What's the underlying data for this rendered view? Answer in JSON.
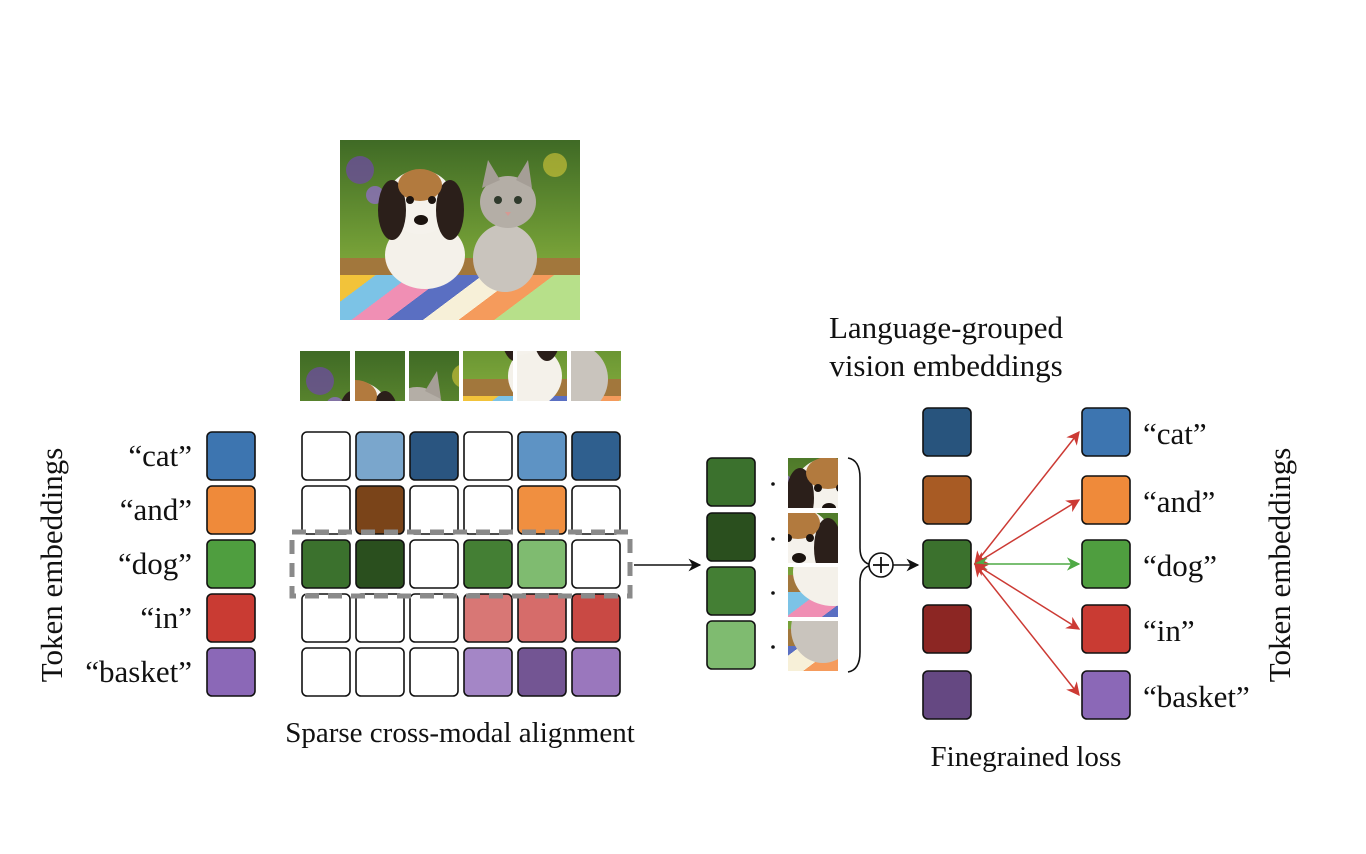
{
  "tokens": [
    {
      "label": "“cat”",
      "color": "#3d75b0"
    },
    {
      "label": "“and”",
      "color": "#ef8a3a"
    },
    {
      "label": "“dog”",
      "color": "#4f9e3f"
    },
    {
      "label": "“in”",
      "color": "#c93b33"
    },
    {
      "label": "“basket”",
      "color": "#8b68b7"
    }
  ],
  "left_axis_label": "Token embeddings",
  "right_axis_label": "Token embeddings",
  "alignment_matrix": [
    [
      "#ffffff",
      "#7aa6cc",
      "#2a5580",
      "#ffffff",
      "#5e93c4",
      "#2f5f8e"
    ],
    [
      "#ffffff",
      "#7a4419",
      "#ffffff",
      "#ffffff",
      "#f08f40",
      "#ffffff"
    ],
    [
      "#3b712d",
      "#2a4f1e",
      "#ffffff",
      "#447f34",
      "#7fbb70",
      "#ffffff"
    ],
    [
      "#ffffff",
      "#ffffff",
      "#ffffff",
      "#d87775",
      "#d66c6a",
      "#c94944"
    ],
    [
      "#ffffff",
      "#ffffff",
      "#ffffff",
      "#a486c6",
      "#735593",
      "#9a77bd"
    ]
  ],
  "highlighted_row": 2,
  "alignment_caption": "Sparse cross-modal alignment",
  "selected_weights": [
    "#3b712d",
    "#2a4f1e",
    "#447f34",
    "#7fbb70"
  ],
  "grouped_title_line1": "Language-grouped",
  "grouped_title_line2": "vision embeddings",
  "grouped_embeddings": [
    "#28547d",
    "#a85b24",
    "#3b712d",
    "#8c2623",
    "#654882"
  ],
  "loss_caption": "Finegrained loss",
  "positive_arrow_color": "#4faa45",
  "negative_arrow_color": "#cc3a34",
  "sum_symbol": "+",
  "dot_symbol": "·",
  "image_alt": "puppy and kitten in a striped basket"
}
